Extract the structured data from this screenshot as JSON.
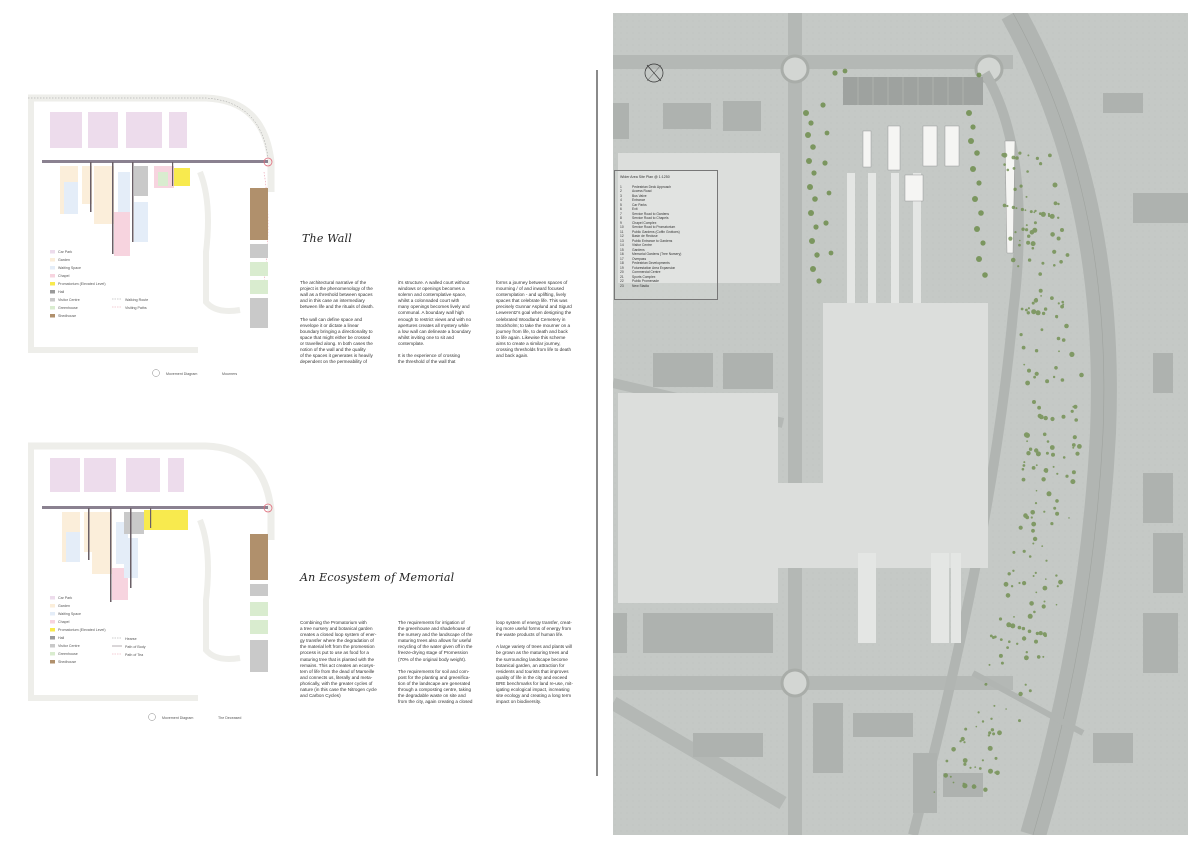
{
  "colors": {
    "car_park": "#eddcec",
    "garden": "#fbeeda",
    "waiting_space": "#e4edf8",
    "chapel": "#f7d4df",
    "promatorium": "#f8ea4e",
    "hall": "#9a9a9a",
    "visitor_centre": "#c9c9c9",
    "greenhouse": "#d9eccf",
    "shedhouse": "#b0906c",
    "accent_red": "#e06a7a",
    "site_base": "#c7cbc8",
    "trees": "#6f8e4e"
  },
  "diagram_top": {
    "legend": [
      "Car Park",
      "Garden",
      "Waiting Space",
      "Chapel",
      "Promatorium (Elevated Level)",
      "Hall",
      "Visitor Centre",
      "Greenhouse",
      "Shedhouse"
    ],
    "legend_lines": [
      "Walking Route",
      "Visiting Paths"
    ],
    "caption_left": "Movement Diagram",
    "caption_right": "Mourners"
  },
  "diagram_bottom": {
    "legend": [
      "Car Park",
      "Garden",
      "Waiting Space",
      "Chapel",
      "Promatorium (Elevated Level)",
      "Hall",
      "Visitor Centre",
      "Greenhouse",
      "Shedhouse"
    ],
    "legend_lines": [
      "Hearse",
      "Path of Body",
      "Path of Tea"
    ],
    "caption_left": "Movement Diagram",
    "caption_right": "The Deceased"
  },
  "section_wall": {
    "title": "The Wall",
    "col1": "The architectural narrative of the\nproject is the phenomenology of the\nwall as a threshold between spaces\nand in this case an intermediary\nbetween life and the rituals of death.\n\nThe wall can define space and\nenvelope it or dictate a linear\nboundary bringing a directionality to\nspace that might either be crossed\nor travelled along. In both cases the\nnotion of the wall and the quality\nof the spaces it generates is heavily\ndependent on the permeability of",
    "col2": "it's structure. A walled court without\nwindows or openings becomes a\nsolemn and contemplative space,\nwhilst a colonnaded court with\nmany openings becomes lively and\ncommunal. A boundary wall high\nenough to restrict views and with no\napertures creates all mystery while\na low wall can delineate a boundary\nwhilst inviting one to sit and\ncontemplate.\n\nIt is the experience of crossing\nthe threshold of the wall that",
    "col3": "forms a journey between spaces of\nmourning / of and inward focused\ncontemplation - and uplifting, lively\nspaces that celebrate life. This was\nprecisely Gunnar Asplund and Sigurd\nLewerentz's goal when designing the\ncelebrated Woodland Cemetery in\nStockholm; to take the mourner on a\njourney from life, to death and back\nto life again. Likewise this scheme\naims to create a similar journey,\ncrossing thresholds from life to death\nand back again."
  },
  "section_eco": {
    "title": "An Ecosystem of Memorial",
    "col1": "Combining the Promatorium with\na tree nursery and botanical garden\ncreates a closed loop system of ener-\ngy transfer where the degradation of\nthe material left from the promession\nprocess is put to use as food for a\nmaturing tree that is planted with the\nremains. This act creates an ecosys-\ntem of life from the dead of Marseille\nand connects us, literally and meta-\nphorically, with the greater cycles of\nnature (in this case the Nitrogen cycle\nand Carbon Cycles)",
    "col2": "The requirements for irrigation of\nthe greenhouse and shadehouse of\nthe nursery and the landscape of the\nmaturing trees also allows for useful\nrecycling of the water given off in the\nfreeze-drying stage of Promession\n(70% of the original body weight).\n\nThe requirements for soil and com-\npost for the planting and greenifica-\ntion of the landscape are generated\nthrough a composting centre, taking\nthe degradable waste on site and\nfrom the city, again creating a closed",
    "col3": "loop system of energy transfer, creat-\ning more useful forms of energy from\nthe waste products of human life.\n\nA large variety of trees and plants will\nbe grown as the maturing trees and\nthe surrounding landscape become\nbotanical garden, an attraction for\nresidents and tourists that improves\nquality of life in the city and exceed\nBRE benchmarks for land re-use, mit-\nigating ecological impact, increasing\nsite ecology and creating a long term\nimpact on biodiversity."
  },
  "site_plan": {
    "key_title": "Wider Area Site Plan  @  1:1250",
    "key_items": [
      {
        "n": "1",
        "label": "Pedestrian Deck Approach"
      },
      {
        "n": "2",
        "label": "Access Road"
      },
      {
        "n": "3",
        "label": "Bus Valve"
      },
      {
        "n": "4",
        "label": "Entrance"
      },
      {
        "n": "5",
        "label": "Car Parks"
      },
      {
        "n": "6",
        "label": "Exit"
      },
      {
        "n": "7",
        "label": "Service Road to Gardens"
      },
      {
        "n": "8",
        "label": "Service Road to Chapels"
      },
      {
        "n": "9",
        "label": "Chapel Complex"
      },
      {
        "n": "10",
        "label": "Service Road to Promatorium"
      },
      {
        "n": "11",
        "label": "Public Gardens (Coffin Grottoes)"
      },
      {
        "n": "12",
        "label": "Basin de Recluse"
      },
      {
        "n": "13",
        "label": "Public Entrance to Gardens"
      },
      {
        "n": "14",
        "label": "Visitor Centre"
      },
      {
        "n": "15",
        "label": "Gardens"
      },
      {
        "n": "16",
        "label": "Memorial Gardens (Tree Nursery)"
      },
      {
        "n": "17",
        "label": "Overpass"
      },
      {
        "n": "18",
        "label": "Pedestrian Developments"
      },
      {
        "n": "19",
        "label": "Futurestation Area Expansion"
      },
      {
        "n": "20",
        "label": "Commercial Centre"
      },
      {
        "n": "21",
        "label": "Sports Complex"
      },
      {
        "n": "22",
        "label": "Public Promenade"
      },
      {
        "n": "23",
        "label": "New Stadia"
      }
    ]
  }
}
